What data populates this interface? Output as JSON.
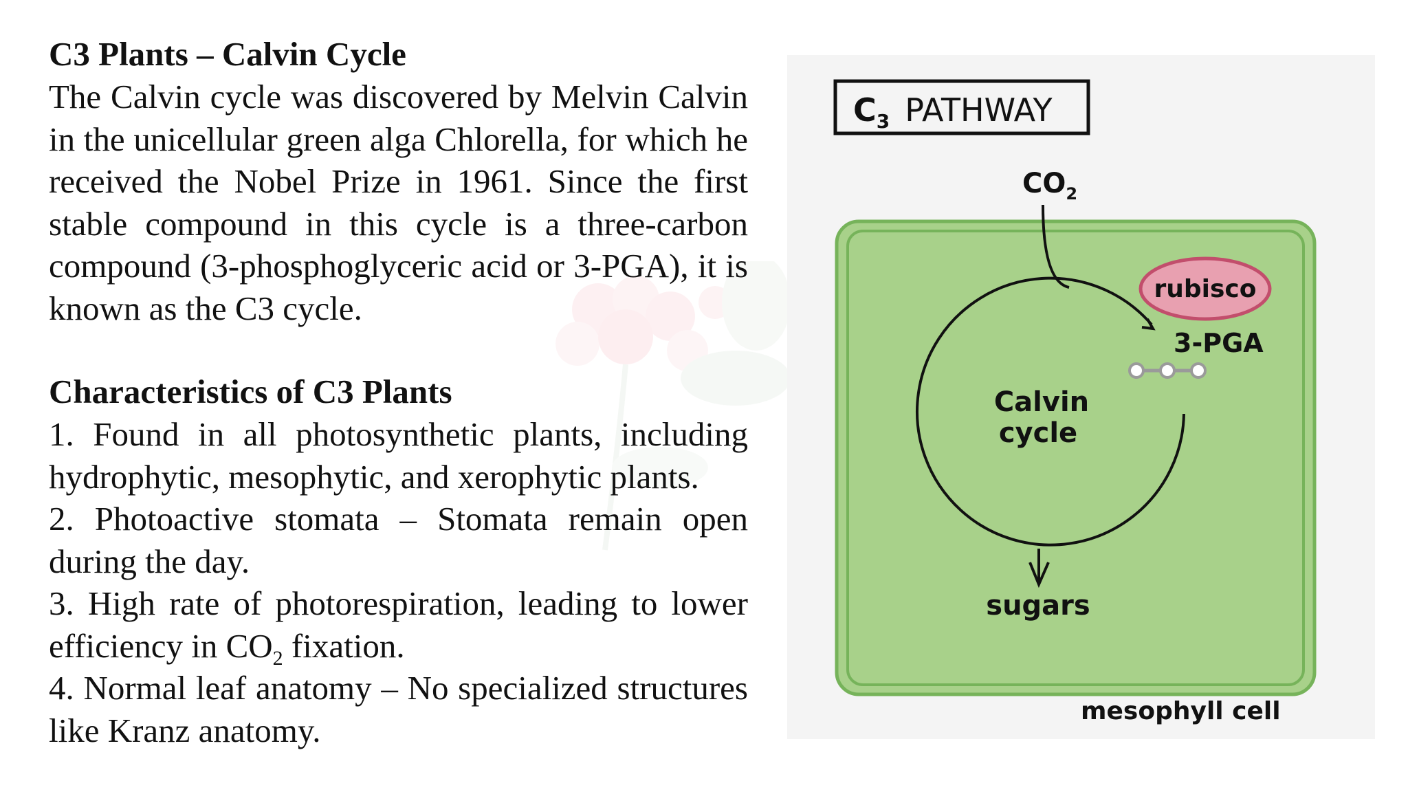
{
  "title": "C3 Plants – Calvin Cycle",
  "intro": "The Calvin cycle was discovered by Melvin Calvin in the unicellular green alga Chlorella, for which he received the Nobel Prize in 1961. Since the first stable compound in this cycle is a three-carbon compound (3-phosphoglyceric acid or 3-PGA), it is known as the C3 cycle.",
  "characteristics": {
    "heading": "Characteristics of C3 Plants",
    "items": [
      "1. Found in all photosynthetic plants, including hydrophytic, mesophytic, and xerophytic plants.",
      "2. Photoactive stomata – Stomata remain open during the day.",
      "3. High rate of photorespiration, leading to lower efficiency in CO",
      "2",
      " fixation.",
      "4. Normal leaf anatomy – No specialized structures like Kranz anatomy."
    ]
  },
  "diagram": {
    "title_c": "C",
    "title_sub": "3",
    "title_rest": "PATHWAY",
    "co2": "CO",
    "co2_sub": "2",
    "rubisco": "rubisco",
    "pga": "3-PGA",
    "calvin_line1": "Calvin",
    "calvin_line2": "cycle",
    "sugars": "sugars",
    "cell_label": "mesophyll cell",
    "colors": {
      "cell_fill": "#a8d18a",
      "cell_border": "#76b35a",
      "rubisco_fill": "#e8a0b0",
      "rubisco_border": "#c24e6c",
      "molecule": "#9a9a9a"
    }
  }
}
